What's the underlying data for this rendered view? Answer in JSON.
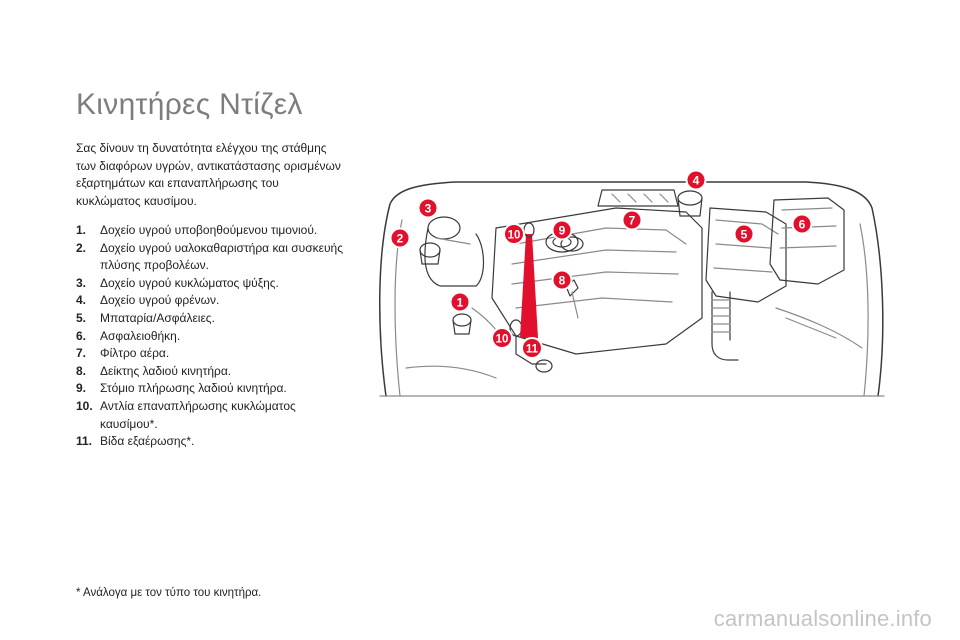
{
  "page": {
    "title": "Κινητήρες Ντίζελ",
    "intro": "Σας δίνουν τη δυνατότητα ελέγχου της στάθμης των διαφόρων υγρών, αντικατάστασης ορισμένων εξαρτημάτων και επαναπλήρωσης του κυκλώματος καυσίμου.",
    "items": [
      {
        "num": "1.",
        "text": "Δοχείο υγρού υποβοηθούμενου τιμονιού."
      },
      {
        "num": "2.",
        "text": "Δοχείο υγρού υαλοκαθαριστήρα και συσκευής πλύσης προβολέων."
      },
      {
        "num": "3.",
        "text": "Δοχείο υγρού κυκλώματος ψύξης."
      },
      {
        "num": "4.",
        "text": "Δοχείο υγρού φρένων."
      },
      {
        "num": "5.",
        "text": "Μπαταρία/Ασφάλειες."
      },
      {
        "num": "6.",
        "text": "Ασφαλειοθήκη."
      },
      {
        "num": "7.",
        "text": "Φίλτρο αέρα."
      },
      {
        "num": "8.",
        "text": "Δείκτης λαδιού κινητήρα."
      },
      {
        "num": "9.",
        "text": "Στόμιο πλήρωσης λαδιού κινητήρα."
      },
      {
        "num": "10.",
        "text": "Αντλία επαναπλήρωσης κυκλώματος καυσίμου*."
      },
      {
        "num": "11.",
        "text": "Βίδα εξαέρωσης*."
      }
    ],
    "footnote": "* Ανάλογα με τον τύπο του κινητήρα.",
    "watermark": "carmanualsonline.info"
  },
  "figure": {
    "callouts": [
      "1",
      "2",
      "3",
      "4",
      "5",
      "6",
      "7",
      "8",
      "9",
      "10",
      "10",
      "11"
    ],
    "colors": {
      "callout_fill": "#e1112d",
      "callout_stroke": "#ffffff",
      "line_art": "#3a3a3a",
      "line_art_light": "#8a8a8a"
    }
  }
}
